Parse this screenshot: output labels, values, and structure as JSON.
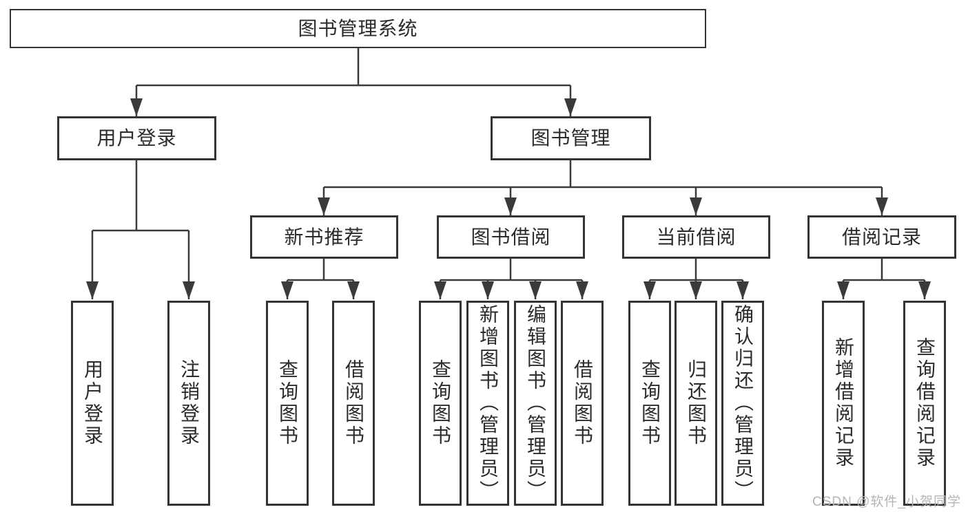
{
  "diagram": {
    "root": {
      "label": "图书管理系统"
    },
    "level2": [
      {
        "label": "用户登录"
      },
      {
        "label": "图书管理"
      }
    ],
    "level3": [
      {
        "label": "新书推荐"
      },
      {
        "label": "图书借阅"
      },
      {
        "label": "当前借阅"
      },
      {
        "label": "借阅记录"
      }
    ],
    "leaves": {
      "user": [
        {
          "label": "用户登录"
        },
        {
          "label": "注销登录"
        }
      ],
      "recommend": [
        {
          "label": "查询图书"
        },
        {
          "label": "借阅图书"
        }
      ],
      "borrow": [
        {
          "label": "查询图书"
        },
        {
          "label": "新增图书（管理员）"
        },
        {
          "label": "编辑图书（管理员）"
        },
        {
          "label": "借阅图书"
        }
      ],
      "current": [
        {
          "label": "查询图书"
        },
        {
          "label": "归还图书"
        },
        {
          "label": "确认归还（管理员）"
        }
      ],
      "records": [
        {
          "label": "新增借阅记录"
        },
        {
          "label": "查询借阅记录"
        }
      ]
    }
  },
  "watermark": {
    "text": "CSDN @软件_小贺同学"
  },
  "colors": {
    "line": "#3a3a3a",
    "box_border": "#343434",
    "text": "#2b2b2b",
    "watermark": "#b5b5b5",
    "background": "#ffffff"
  }
}
